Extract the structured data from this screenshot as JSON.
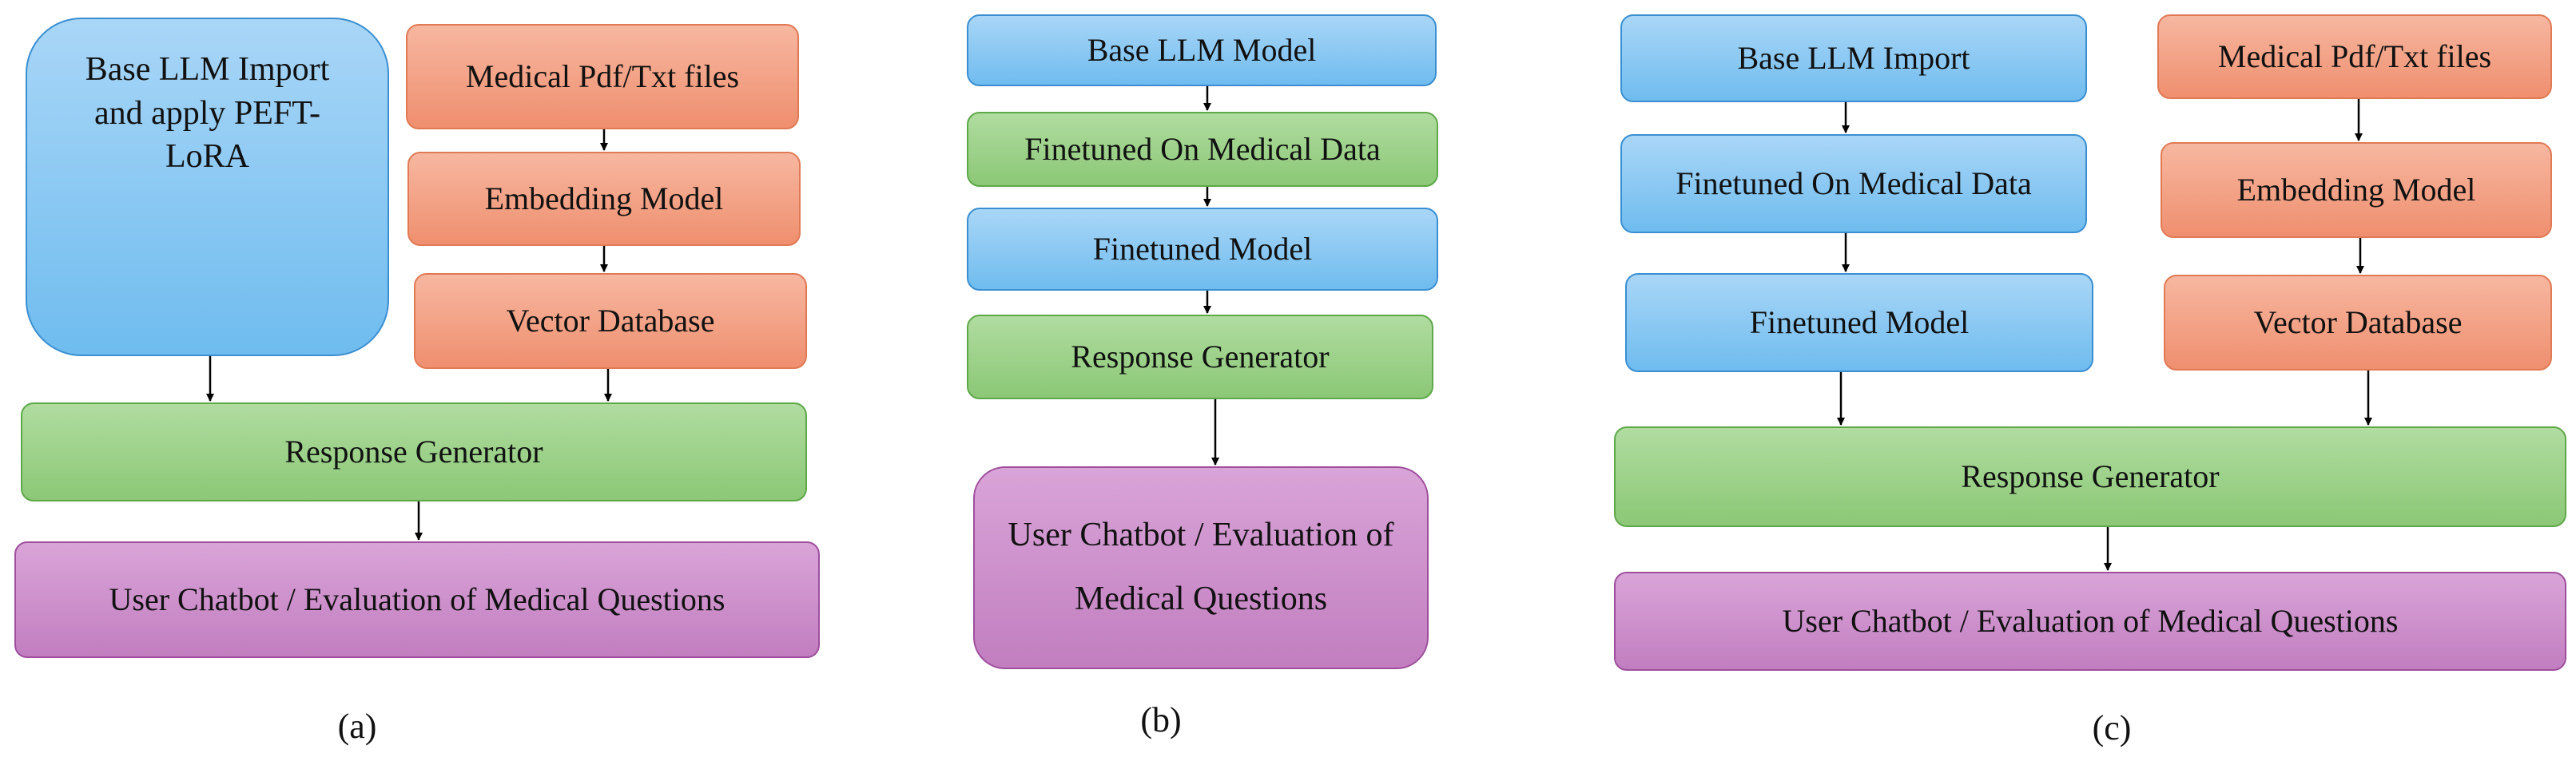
{
  "panels": {
    "a": {
      "caption": "(a)",
      "base_llm": "Base LLM Import and apply PEFT-LoRA",
      "medical_files": "Medical Pdf/Txt files",
      "embedding_model": "Embedding Model",
      "vector_database": "Vector Database",
      "response_generator": "Response Generator",
      "user_chatbot": "User Chatbot / Evaluation of Medical Questions"
    },
    "b": {
      "caption": "(b)",
      "base_llm": "Base LLM Model",
      "finetuned_on_data": "Finetuned On Medical Data",
      "finetuned_model": "Finetuned Model",
      "response_generator": "Response Generator",
      "user_chatbot": "User Chatbot / Evaluation of Medical Questions"
    },
    "c": {
      "caption": "(c)",
      "base_llm": "Base LLM Import",
      "finetuned_on_data": "Finetuned On Medical Data",
      "finetuned_model": "Finetuned Model",
      "medical_files": "Medical Pdf/Txt files",
      "embedding_model": "Embedding Model",
      "vector_database": "Vector Database",
      "response_generator": "Response Generator",
      "user_chatbot": "User Chatbot / Evaluation of Medical Questions"
    }
  },
  "colors": {
    "llm_blue": "#6fbcef",
    "rag_orange": "#ef8f6f",
    "generator_green": "#8bc876",
    "output_purple": "#c27ec0",
    "arrow": "#000000"
  }
}
